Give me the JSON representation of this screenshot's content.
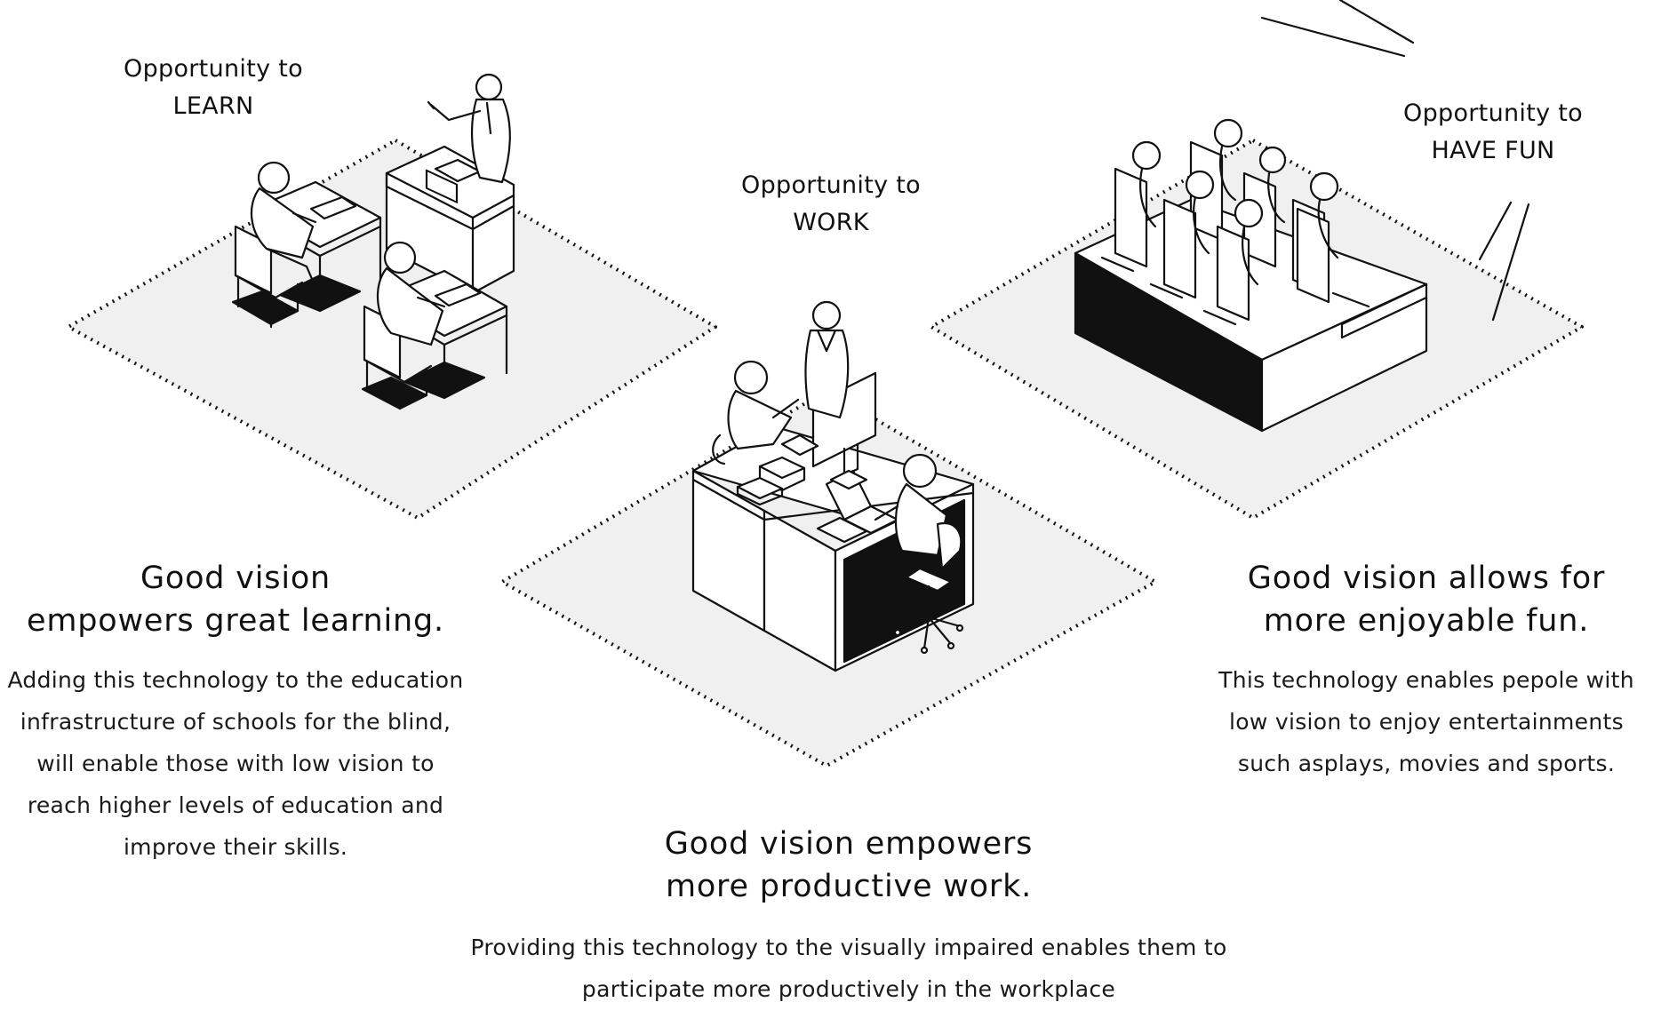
{
  "colors": {
    "ink": "#111111",
    "platform_fill": "#f0f0f0",
    "background": "#ffffff"
  },
  "sections": {
    "learn": {
      "opportunity": [
        "Opportunity to",
        "LEARN"
      ],
      "headline": [
        "Good vision",
        "empowers great learning."
      ],
      "body": [
        "Adding this technology to the education",
        "infrastructure of schools for the blind,",
        "will enable those with low vision to",
        "reach higher levels of education and",
        "improve their skills."
      ]
    },
    "work": {
      "opportunity": [
        "Opportunity to",
        "WORK"
      ],
      "headline": [
        "Good vision empowers",
        "more productive work."
      ],
      "body": [
        "Providing this technology to the visually impaired enables them to",
        "participate more productively in the workplace"
      ]
    },
    "fun": {
      "opportunity": [
        "Opportunity to",
        "HAVE FUN"
      ],
      "headline": [
        "Good vision allows for",
        "more enjoyable fun."
      ],
      "body": [
        "This technology enables  pepole with",
        "low vision to enjoy entertainments",
        "such asplays, movies and sports."
      ]
    }
  }
}
